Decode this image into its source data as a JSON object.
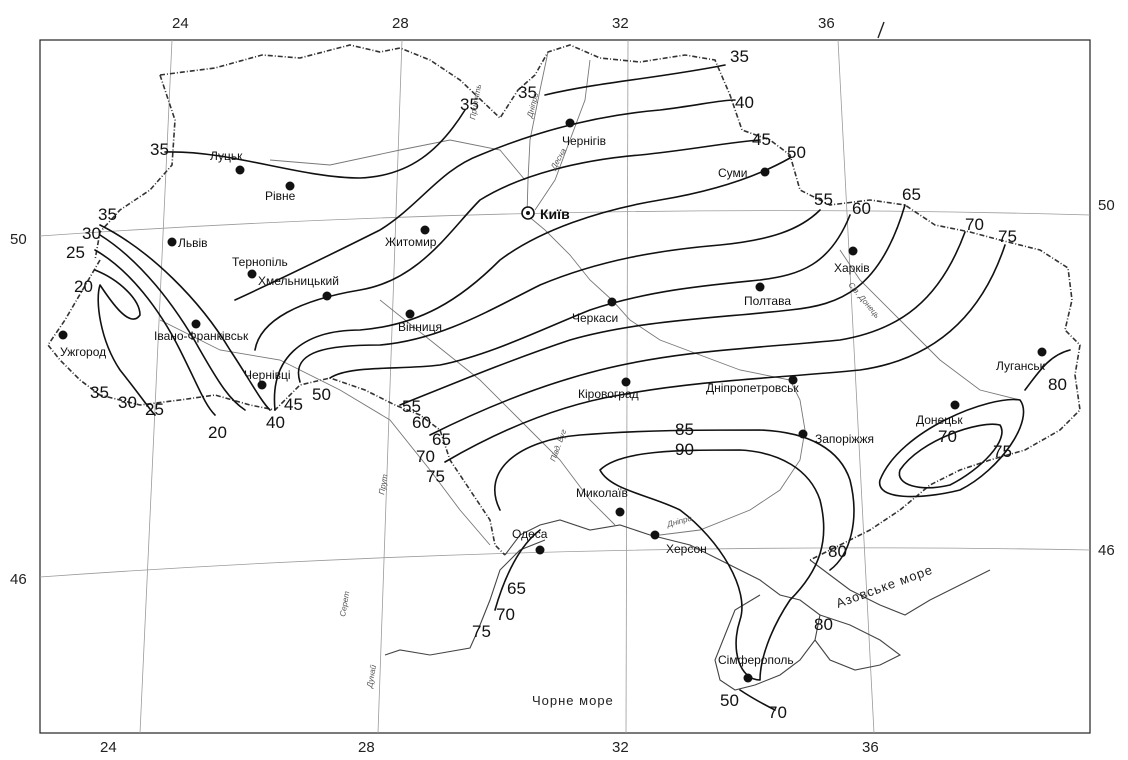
{
  "top_longitudes": [
    {
      "id": "t24",
      "text": "24"
    },
    {
      "id": "t28",
      "text": "28"
    },
    {
      "id": "t32",
      "text": "32"
    },
    {
      "id": "t36",
      "text": "36"
    }
  ],
  "bottom_longitudes": [
    {
      "id": "b24",
      "text": "24"
    },
    {
      "id": "b28",
      "text": "28"
    },
    {
      "id": "b32",
      "text": "32"
    },
    {
      "id": "b36",
      "text": "36"
    }
  ],
  "left_latitudes": [
    {
      "id": "l50",
      "text": "50"
    },
    {
      "id": "l46",
      "text": "46"
    }
  ],
  "right_latitudes": [
    {
      "id": "r50",
      "text": "50"
    },
    {
      "id": "r46",
      "text": "46"
    }
  ],
  "capital": {
    "name": "Київ"
  },
  "cities": [
    {
      "id": "lutsk",
      "name": "Луцьк"
    },
    {
      "id": "rivne",
      "name": "Рівне"
    },
    {
      "id": "chernihiv",
      "name": "Чернігів"
    },
    {
      "id": "sumy",
      "name": "Суми"
    },
    {
      "id": "lviv",
      "name": "Львів"
    },
    {
      "id": "zhytomyr",
      "name": "Житомир"
    },
    {
      "id": "ternopil",
      "name": "Тернопіль"
    },
    {
      "id": "khmelnytskyi",
      "name": "Хмельницький"
    },
    {
      "id": "kharkiv",
      "name": "Харків"
    },
    {
      "id": "poltava",
      "name": "Полтава"
    },
    {
      "id": "ivano-frankivsk",
      "name": "Івано-Франківськ"
    },
    {
      "id": "vinnytsia",
      "name": "Вінниця"
    },
    {
      "id": "cherkasy",
      "name": "Черкаси"
    },
    {
      "id": "uzhhorod",
      "name": "Ужгород"
    },
    {
      "id": "chernivtsi",
      "name": "Чернівці"
    },
    {
      "id": "kirovohrad",
      "name": "Кіровоград"
    },
    {
      "id": "dnipropetrovsk",
      "name": "Дніпропетровськ"
    },
    {
      "id": "luhansk",
      "name": "Луганськ"
    },
    {
      "id": "donetsk",
      "name": "Донецьк"
    },
    {
      "id": "zaporizhzhia",
      "name": "Запоріжжя"
    },
    {
      "id": "mykolaiv",
      "name": "Миколаїв"
    },
    {
      "id": "odesa",
      "name": "Одеса"
    },
    {
      "id": "kherson",
      "name": "Херсон"
    },
    {
      "id": "simferopol",
      "name": "Сімферополь"
    }
  ],
  "seas": [
    {
      "id": "black-sea",
      "name": "Чорне море"
    },
    {
      "id": "azov-sea",
      "name": "Азовське море"
    }
  ],
  "rivers": [
    {
      "id": "dnipro-north",
      "name": "Дніпро"
    },
    {
      "id": "desna",
      "name": "Десна"
    },
    {
      "id": "prypiat",
      "name": "Прип'ять"
    },
    {
      "id": "dnipro-south",
      "name": "Дніпро"
    },
    {
      "id": "pivd-buh",
      "name": "Півд. Буг"
    },
    {
      "id": "prut",
      "name": "Прут"
    },
    {
      "id": "siret",
      "name": "Серет"
    },
    {
      "id": "dunai",
      "name": "Дунай"
    },
    {
      "id": "sivdonets",
      "name": "Сів. Донець"
    }
  ],
  "isoline_labels": [
    {
      "id": "a35",
      "text": "35"
    },
    {
      "id": "a40",
      "text": "40"
    },
    {
      "id": "a45",
      "text": "45"
    },
    {
      "id": "a50",
      "text": "50"
    },
    {
      "id": "a55",
      "text": "55"
    },
    {
      "id": "a60",
      "text": "60"
    },
    {
      "id": "a65",
      "text": "65"
    },
    {
      "id": "a70",
      "text": "70"
    },
    {
      "id": "a75",
      "text": "75"
    },
    {
      "id": "b35",
      "text": "35"
    },
    {
      "id": "c35",
      "text": "35"
    },
    {
      "id": "d35",
      "text": "35"
    },
    {
      "id": "w35",
      "text": "35"
    },
    {
      "id": "w30",
      "text": "30"
    },
    {
      "id": "w25",
      "text": "25"
    },
    {
      "id": "w20",
      "text": "20"
    },
    {
      "id": "s35",
      "text": "35"
    },
    {
      "id": "s30",
      "text": "30"
    },
    {
      "id": "s25",
      "text": "25"
    },
    {
      "id": "s20",
      "text": "20"
    },
    {
      "id": "s40",
      "text": "40"
    },
    {
      "id": "s45",
      "text": "45"
    },
    {
      "id": "s50",
      "text": "50"
    },
    {
      "id": "m55",
      "text": "55"
    },
    {
      "id": "m60",
      "text": "60"
    },
    {
      "id": "m65",
      "text": "65"
    },
    {
      "id": "m70",
      "text": "70"
    },
    {
      "id": "m75",
      "text": "75"
    },
    {
      "id": "m85",
      "text": "85"
    },
    {
      "id": "m90",
      "text": "90"
    },
    {
      "id": "e80",
      "text": "80"
    },
    {
      "id": "e70",
      "text": "70"
    },
    {
      "id": "e75",
      "text": "75"
    },
    {
      "id": "k80a",
      "text": "80"
    },
    {
      "id": "k80b",
      "text": "80"
    },
    {
      "id": "o65",
      "text": "65"
    },
    {
      "id": "o70",
      "text": "70"
    },
    {
      "id": "o75",
      "text": "75"
    },
    {
      "id": "c50",
      "text": "50"
    },
    {
      "id": "c70",
      "text": "70"
    }
  ]
}
